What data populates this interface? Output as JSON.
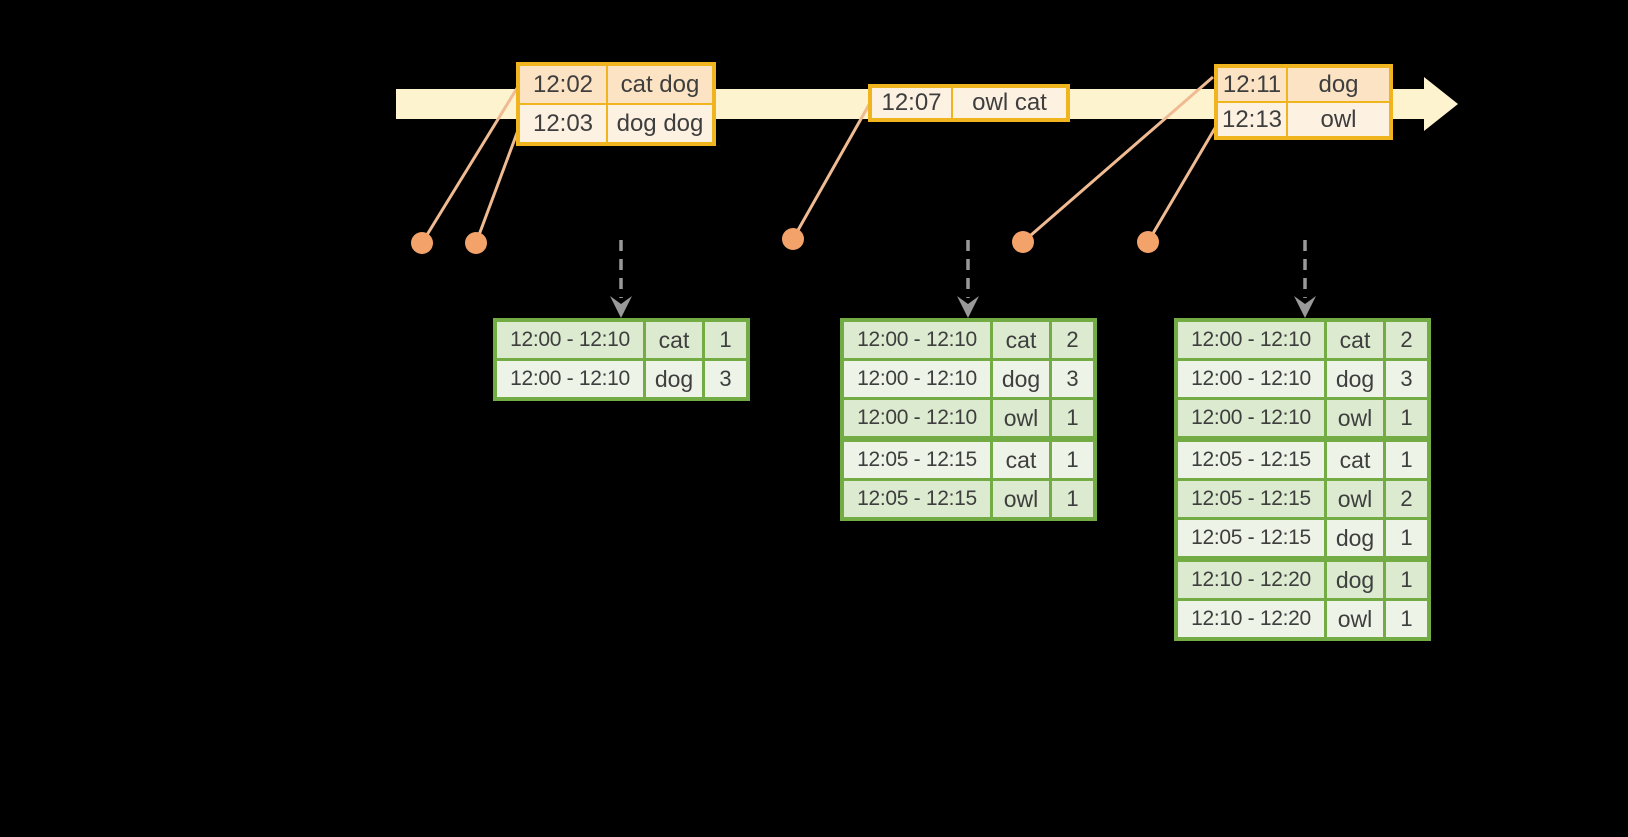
{
  "palette": {
    "background": "#000000",
    "timeline_band": "#fdf3cf",
    "event_border": "#f0b41e",
    "event_row_dark": "#fbe3c3",
    "event_row_light": "#fdf1e2",
    "connector_line": "#f0bb92",
    "dot_fill": "#f3a269",
    "result_border": "#73ac44",
    "result_row_dark": "#dcead0",
    "result_row_light": "#edf3e7",
    "trigger_arrow": "#999999",
    "text": "#3e3e3e"
  },
  "event_tables": [
    {
      "id": "events-12-02",
      "rows": [
        {
          "time": "12:02",
          "words": "cat dog",
          "dark": true
        },
        {
          "time": "12:03",
          "words": "dog dog",
          "dark": false
        }
      ]
    },
    {
      "id": "events-12-07",
      "rows": [
        {
          "time": "12:07",
          "words": "owl cat",
          "dark": false
        }
      ]
    },
    {
      "id": "events-12-11",
      "rows": [
        {
          "time": "12:11",
          "words": "dog",
          "dark": true
        },
        {
          "time": "12:13",
          "words": "owl",
          "dark": false
        }
      ]
    }
  ],
  "result_tables": [
    {
      "id": "result-table-1",
      "rows": [
        {
          "window": "12:00 - 12:10",
          "word": "cat",
          "count": "1"
        },
        {
          "window": "12:00 - 12:10",
          "word": "dog",
          "count": "3"
        }
      ]
    },
    {
      "id": "result-table-2",
      "rows": [
        {
          "window": "12:00 - 12:10",
          "word": "cat",
          "count": "2"
        },
        {
          "window": "12:00 - 12:10",
          "word": "dog",
          "count": "3"
        },
        {
          "window": "12:00 - 12:10",
          "word": "owl",
          "count": "1"
        },
        {
          "window": "12:05 - 12:15",
          "word": "cat",
          "count": "1"
        },
        {
          "window": "12:05 - 12:15",
          "word": "owl",
          "count": "1"
        }
      ]
    },
    {
      "id": "result-table-3",
      "rows": [
        {
          "window": "12:00 - 12:10",
          "word": "cat",
          "count": "2"
        },
        {
          "window": "12:00 - 12:10",
          "word": "dog",
          "count": "3"
        },
        {
          "window": "12:00 - 12:10",
          "word": "owl",
          "count": "1"
        },
        {
          "window": "12:05 - 12:15",
          "word": "cat",
          "count": "1"
        },
        {
          "window": "12:05 - 12:15",
          "word": "owl",
          "count": "2"
        },
        {
          "window": "12:05 - 12:15",
          "word": "dog",
          "count": "1"
        },
        {
          "window": "12:10 - 12:20",
          "word": "dog",
          "count": "1"
        },
        {
          "window": "12:10 - 12:20",
          "word": "owl",
          "count": "1"
        }
      ]
    }
  ]
}
